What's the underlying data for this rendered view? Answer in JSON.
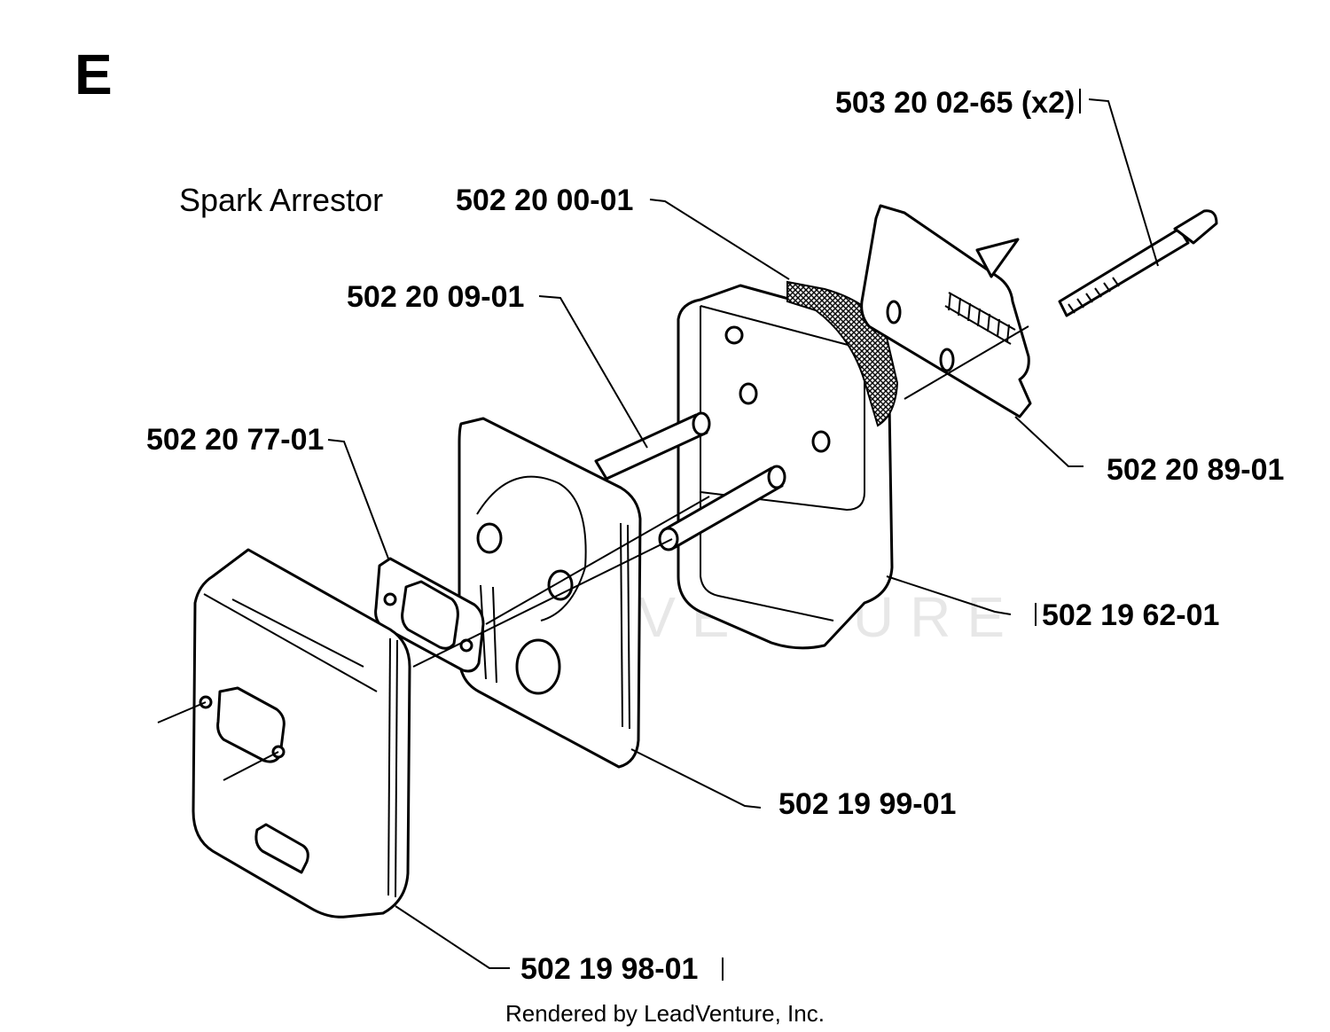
{
  "section_letter": "E",
  "spark_arrestor_label": "Spark Arrestor",
  "watermark": "LEADVENTURE",
  "credit": "Rendered by LeadVenture, Inc.",
  "parts": [
    {
      "id": "screw",
      "number": "503 20 02-65 (x2)"
    },
    {
      "id": "screen",
      "number": "502 20 00-01"
    },
    {
      "id": "tube",
      "number": "502 20 09-01"
    },
    {
      "id": "gasket",
      "number": "502 20 77-01"
    },
    {
      "id": "deflector",
      "number": "502 20 89-01"
    },
    {
      "id": "muffler-rear",
      "number": "502 19 62-01"
    },
    {
      "id": "plate",
      "number": "502 19 99-01"
    },
    {
      "id": "muffler-front",
      "number": "502 19 98-01"
    }
  ]
}
